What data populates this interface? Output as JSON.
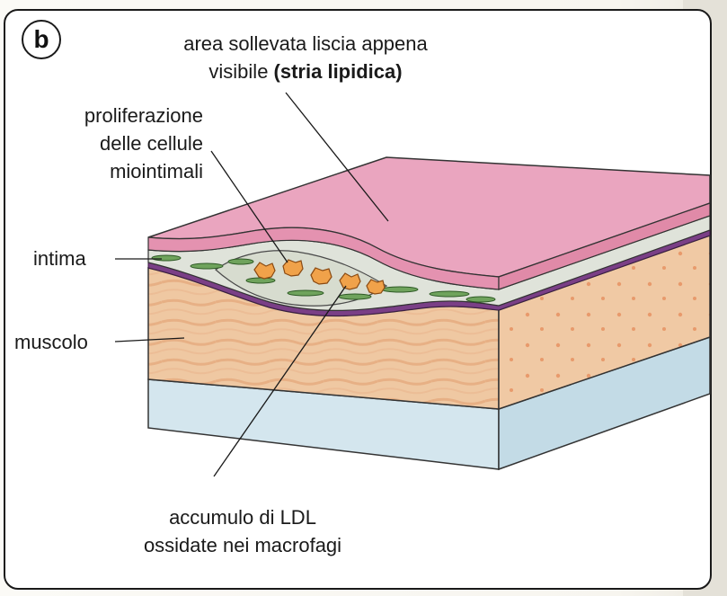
{
  "figure": {
    "panel_letter": "b",
    "labels": {
      "top_line1": "area sollevata liscia appena",
      "top_line2_plain": "visibile ",
      "top_line2_bold": "(stria lipidica)",
      "prolif_line1": "proliferazione",
      "prolif_line2": "delle cellule",
      "prolif_line3": "miointimali",
      "intima": "intima",
      "muscolo": "muscolo",
      "ldl_line1": "accumulo di LDL",
      "ldl_line2": "ossidate nei macrofagi"
    },
    "colors": {
      "surface_pink": "#eaa5bf",
      "intima_purple": "#7a3f86",
      "smooth_cells_green": "#6fa35c",
      "macrophage_orange": "#f0a24a",
      "muscle_tan": "#efc8a2",
      "adventitia_blue": "#cfe3ec"
    }
  }
}
